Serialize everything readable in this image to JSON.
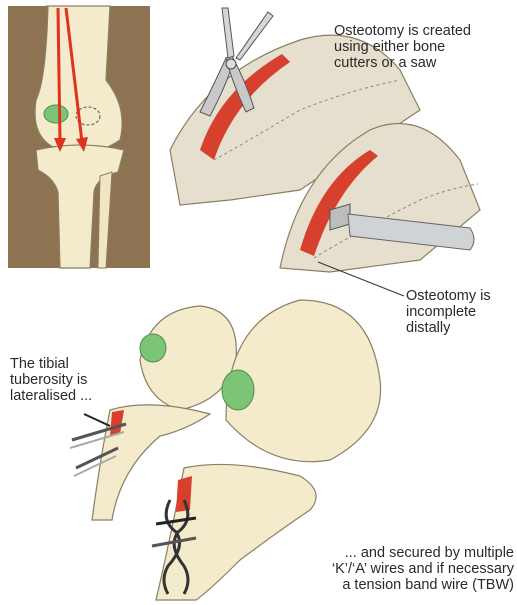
{
  "captions": {
    "osteotomy_created": "Osteotomy is created\nusing either bone\ncutters or a saw",
    "osteotomy_incomplete": "Osteotomy is\nincomplete\ndistally",
    "tibial_tuberosity": "The tibial\ntuberosity is\nlateralised ...",
    "secured": "... and secured by multiple\n‘K’/‘A’ wires and if necessary\na tension band wire (TBW)"
  },
  "colors": {
    "bone": "#f4ebcd",
    "bone_outline": "#8a7f63",
    "soft_tissue": "#e0d8c6",
    "cut_red": "#d6402c",
    "tuberosity_green": "#7cc576",
    "axis_arrow_red": "#e0321c",
    "limb_brown": "#8e7352"
  }
}
